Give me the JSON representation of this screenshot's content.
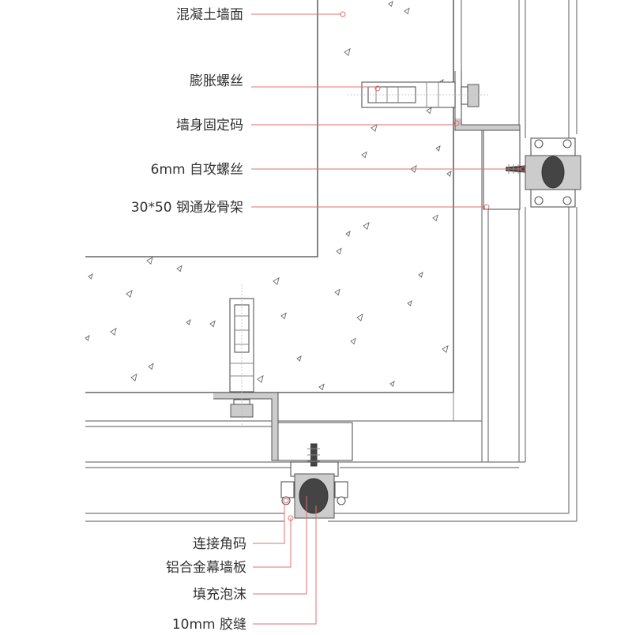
{
  "diagram": {
    "labels_top": [
      {
        "id": "concrete-wall",
        "text": "混凝土墙面"
      },
      {
        "id": "expansion-bolt",
        "text": "膨胀螺丝"
      },
      {
        "id": "wall-bracket",
        "text": "墙身固定码"
      },
      {
        "id": "self-tapping-screw",
        "text": "6mm 自攻螺丝"
      },
      {
        "id": "steel-keel",
        "text": "30*50 钢通龙骨架"
      }
    ],
    "labels_bottom": [
      {
        "id": "connecting-angle",
        "text": "连接角码"
      },
      {
        "id": "aluminum-panel",
        "text": "铝合金幕墙板"
      },
      {
        "id": "foam-filler",
        "text": "填充泡沫"
      },
      {
        "id": "sealant-joint",
        "text": "10mm 胶缝"
      }
    ],
    "colors": {
      "leader": "#e07070",
      "line": "#777777",
      "text": "#333333"
    }
  }
}
